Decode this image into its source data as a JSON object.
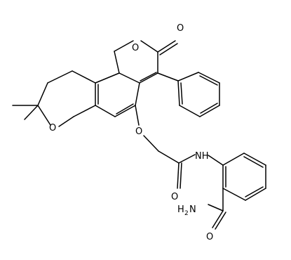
{
  "molecule": {
    "atoms": {
      "carbonyl_o": "O",
      "ring_o_pyranone": "O",
      "ring_o_chroman": "O",
      "ether_o": "O",
      "amide_nh": "NH",
      "amide_o": "O",
      "amide_nh2_n": "N",
      "amide_nh2_h": "H",
      "amide_nh2_sub": "2",
      "benzamide_o": "O"
    },
    "colors": {
      "ink": "#000000",
      "background": "#ffffff"
    }
  }
}
